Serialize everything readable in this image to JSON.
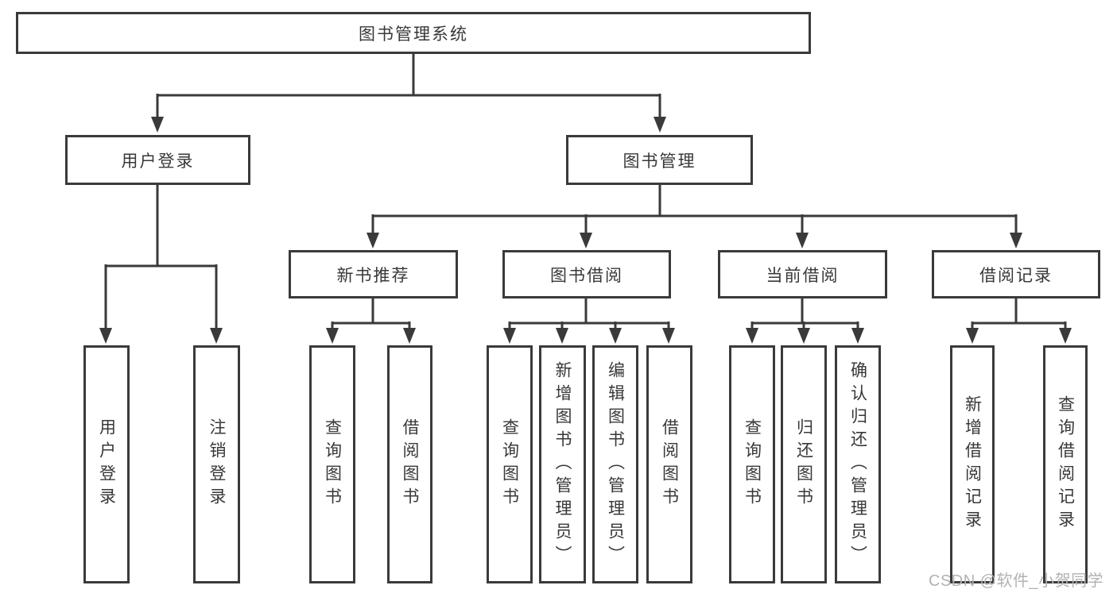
{
  "tree": {
    "root": {
      "label": "图书管理系统"
    },
    "branches": [
      {
        "label": "用户登录",
        "children": [
          {
            "label": "用户登录"
          },
          {
            "label": "注销登录"
          }
        ]
      },
      {
        "label": "图书管理",
        "children": [
          {
            "label": "新书推荐",
            "children": [
              {
                "label": "查询图书"
              },
              {
                "label": "借阅图书"
              }
            ]
          },
          {
            "label": "图书借阅",
            "children": [
              {
                "label": "查询图书"
              },
              {
                "label": "新增图书（管理员）"
              },
              {
                "label": "编辑图书（管理员）"
              },
              {
                "label": "借阅图书"
              }
            ]
          },
          {
            "label": "当前借阅",
            "children": [
              {
                "label": "查询图书"
              },
              {
                "label": "归还图书"
              },
              {
                "label": "确认归还（管理员）"
              }
            ]
          },
          {
            "label": "借阅记录",
            "children": [
              {
                "label": "新增借阅记录"
              },
              {
                "label": "查询借阅记录"
              }
            ]
          }
        ]
      }
    ]
  },
  "watermark": "CSDN @软件_小贺同学",
  "colors": {
    "line": "#3a3a3a",
    "text": "#383838",
    "watermark": "#b2b2b2",
    "background": "#ffffff"
  }
}
